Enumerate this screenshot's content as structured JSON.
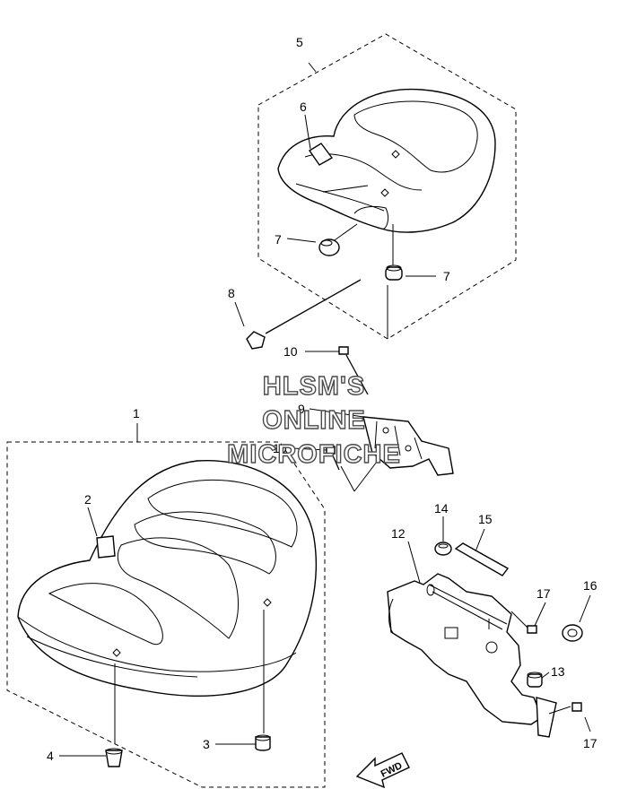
{
  "callouts": {
    "c1": "1",
    "c2": "2",
    "c3": "3",
    "c4": "4",
    "c5": "5",
    "c6": "6",
    "c7a": "7",
    "c7b": "7",
    "c8": "8",
    "c9": "9",
    "c10a": "10",
    "c10b": "10",
    "c12": "12",
    "c13": "13",
    "c14": "14",
    "c15": "15",
    "c16": "16",
    "c17a": "17",
    "c17b": "17"
  },
  "watermark": {
    "line1": "HLSM'S",
    "line2": "ONLINE",
    "line3": "MICROFICHE"
  },
  "fwd_arrow": {
    "label": "FWD"
  }
}
